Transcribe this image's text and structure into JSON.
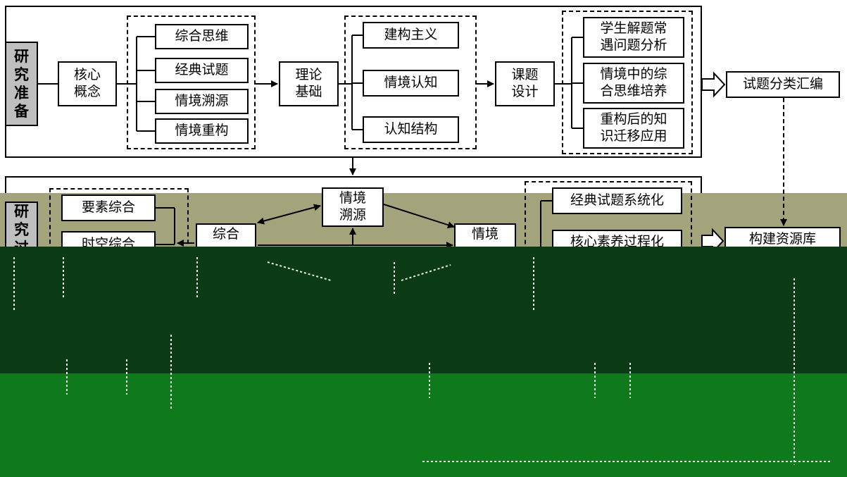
{
  "colors": {
    "olive_band": "#a3a47c",
    "dark_band": "#0b3b14",
    "green_band": "#0e7a1c",
    "stage_label_bg": "#bfbfbf"
  },
  "preparation": {
    "stage_label": "研\n究\n准\n备",
    "core_concepts": "核心\n概念",
    "concepts": [
      "综合思维",
      "经典试题",
      "情境溯源",
      "情境重构"
    ],
    "theory_basis": "理论\n基础",
    "theories": [
      "建构主义",
      "情境认知",
      "认知结构"
    ],
    "topic_design": "课题\n设计",
    "topics": [
      "学生解题常\n遇问题分析",
      "情境中的综\n合思维培养",
      "重构后的知\n识迁移应用"
    ],
    "classify": "试题分类汇编"
  },
  "process": {
    "stage_label": "研\n究\n过",
    "elements": [
      "要素综合",
      "时空综合"
    ],
    "synthesis": "综合",
    "situation_source": "情境\n溯源",
    "situation": "情境",
    "outcomes": [
      "经典试题系统化",
      "核心素养过程化"
    ],
    "resource_library": "构建资源库"
  }
}
